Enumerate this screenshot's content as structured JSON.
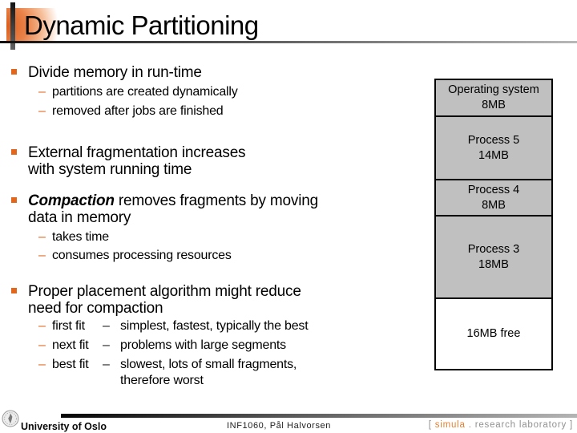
{
  "slide_title": "Dynamic Partitioning",
  "marks": {
    "dash": "–"
  },
  "bullets": {
    "b1": {
      "text": "Divide memory in run-time",
      "sub1": "partitions are created dynamically",
      "sub2": "removed after jobs are finished"
    },
    "b2": {
      "line1": "External fragmentation increases",
      "line2": "with system running time"
    },
    "b3": {
      "lead": "Compaction",
      "rest": " removes fragments by moving",
      "line2": "data in memory",
      "sub1": "takes time",
      "sub2": "consumes processing resources"
    },
    "b4": {
      "line1": "Proper placement algorithm might reduce",
      "line2": "need for compaction",
      "fits": [
        {
          "term": "first fit",
          "desc1": "simplest, fastest, typically the best",
          "desc2": ""
        },
        {
          "term": "next fit",
          "desc1": "problems with large segments",
          "desc2": ""
        },
        {
          "term": "best fit",
          "desc1": "slowest, lots of small fragments,",
          "desc2": "therefore worst"
        }
      ]
    }
  },
  "memory_diagram": {
    "blocks": [
      {
        "label": "Operating system",
        "size": "8MB"
      },
      {
        "label": "Process 5",
        "size": "14MB"
      },
      {
        "label": "Process 4",
        "size": "8MB"
      },
      {
        "label": "Process 3",
        "size": "18MB"
      },
      {
        "label": "16MB free",
        "size": ""
      }
    ]
  },
  "footer": {
    "university": "University of Oslo",
    "course_info": "INF1060,  Pål Halvorsen",
    "lab_open": "[ ",
    "lab_brand": "simula",
    "lab_rest": " . research laboratory ]"
  },
  "colors": {
    "accent_orange": "#e2661c",
    "simula_orange": "#e87f2f",
    "diagram_gray": "#c0c0c0"
  }
}
